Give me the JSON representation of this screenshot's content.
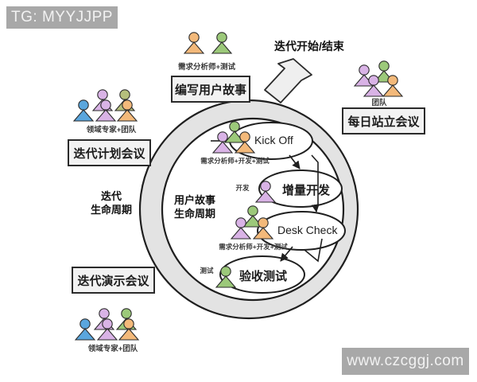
{
  "watermarks": {
    "top_left": "TG: MYYJJPP",
    "bottom_right": "www.czcggj.com"
  },
  "diagram": {
    "title_arrow_label": "迭代开始/结束",
    "outer_ring_label": "迭代\n生命周期",
    "outer_ring_label_line1": "迭代",
    "outer_ring_label_line2": "生命周期",
    "inner_ring_label_line1": "用户故事",
    "inner_ring_label_line2": "生命周期",
    "boxes": [
      {
        "id": "write-user-story",
        "label": "编写用户故事"
      },
      {
        "id": "iteration-planning-meeting",
        "label": "迭代计划会议"
      },
      {
        "id": "daily-standup-meeting",
        "label": "每日站立会议"
      },
      {
        "id": "iteration-demo-meeting",
        "label": "迭代演示会议"
      }
    ],
    "people_captions": [
      {
        "id": "analyst-tester",
        "label": "需求分析师+测试"
      },
      {
        "id": "domain-expert-team-top",
        "label": "领域专家+团队"
      },
      {
        "id": "team",
        "label": "团队"
      },
      {
        "id": "domain-expert-team-bottom",
        "label": "领域专家+团队"
      },
      {
        "id": "analyst-dev-test-kickoff",
        "label": "需求分析师+开发+测试"
      },
      {
        "id": "dev",
        "label": "开发"
      },
      {
        "id": "analyst-dev-test-deskcheck",
        "label": "需求分析师+开发+测试"
      },
      {
        "id": "tester",
        "label": "测试"
      }
    ],
    "stages": [
      {
        "id": "kick-off",
        "label": "Kick Off"
      },
      {
        "id": "incremental-development",
        "label": "增量开发"
      },
      {
        "id": "desk-check",
        "label": "Desk Check"
      },
      {
        "id": "acceptance-test",
        "label": "验收测试"
      }
    ]
  },
  "colors": {
    "ring_fill": "#e3e3e3",
    "stroke": "#1f1f1f",
    "box_fill": "#f2f2f2",
    "person_blue": "#5aa6dd",
    "person_purple": "#d9b3e6",
    "person_green": "#9cc97a",
    "person_orange": "#f3b97a",
    "person_olive": "#b5bf7c",
    "watermark_bg": "#a8a8a8"
  }
}
